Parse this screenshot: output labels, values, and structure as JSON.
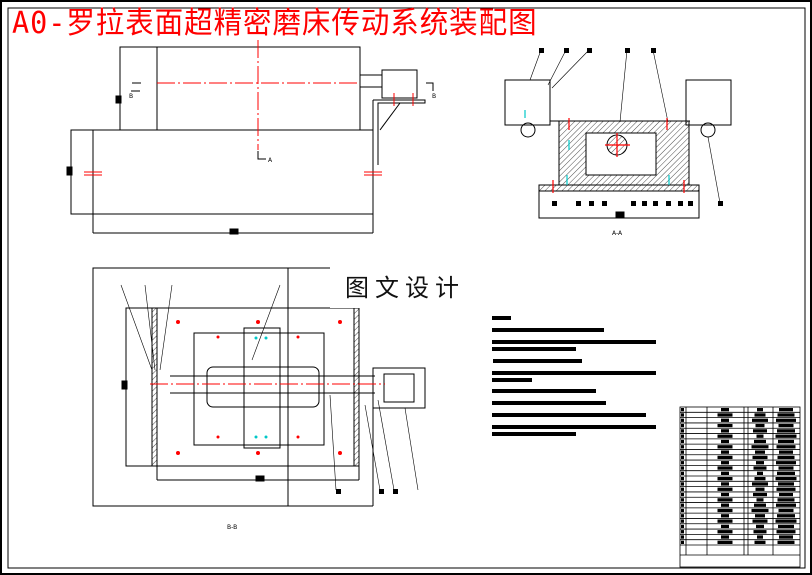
{
  "drawing": {
    "title": "A0-罗拉表面超精密磨床传动系统装配图",
    "watermark": "图文设计",
    "views": {
      "section_aa_label": "A-A",
      "section_bb_label": "B-B",
      "front_view_markers": [
        "B",
        "B",
        "A"
      ]
    },
    "colors": {
      "title": "#ff0000",
      "centerline": "#ff0000",
      "bolt_highlight": "#00c8c8",
      "linework": "#000000"
    },
    "title_block": {
      "parts_rows": 26
    },
    "technical_requirements": {
      "paragraphs": 8
    }
  }
}
